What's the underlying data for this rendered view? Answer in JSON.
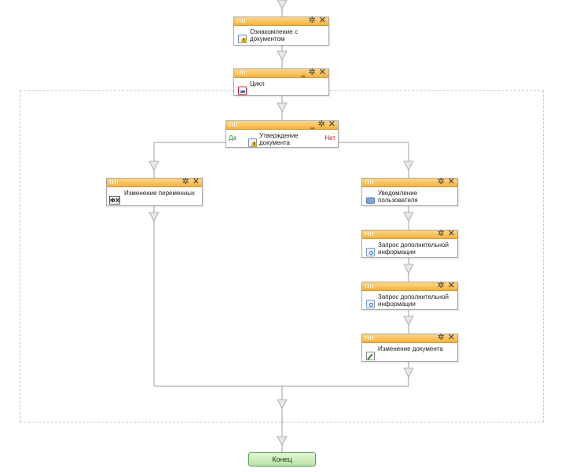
{
  "nodes": {
    "familiarize": {
      "label": "Ознакомление с документом"
    },
    "cycle": {
      "label": "Цикл"
    },
    "approve": {
      "label": "Утверждение документа",
      "yes_label": "Да",
      "no_label": "Нет"
    },
    "change_vars": {
      "label": "Изменение переменных",
      "icon_text": "ФХ"
    },
    "notify_user": {
      "label": "Уведомление пользователя"
    },
    "request_info_1": {
      "label": "Запрос дополнительной информации"
    },
    "request_info_2": {
      "label": "Запрос дополнительной информации"
    },
    "change_doc": {
      "label": "Изменение документа"
    }
  },
  "end": {
    "label": "Конец"
  },
  "header_buttons": {
    "gear": "✲",
    "close": "✕",
    "minimize": "_"
  },
  "colors": {
    "header_orange": "#f4b23c",
    "connector": "#b5bfcc",
    "arrow_fill": "#e8e8e8",
    "yes_green": "#2e7d16",
    "no_red": "#b71c1c",
    "end_green": "#b9e29f"
  }
}
